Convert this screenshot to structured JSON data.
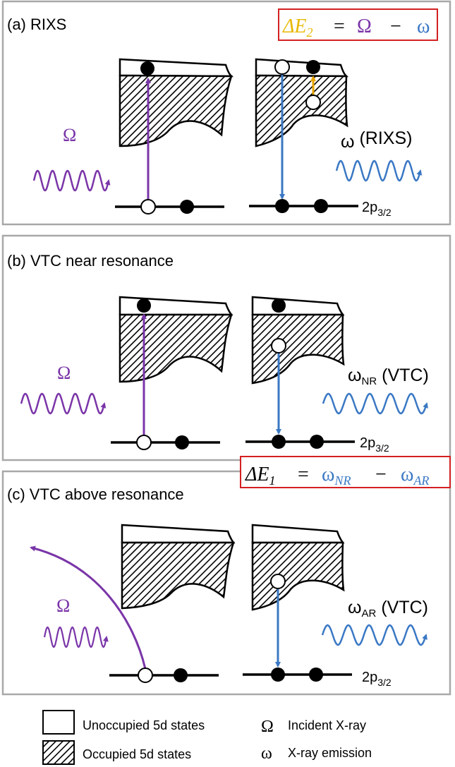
{
  "panels": [
    {
      "label": "(a) RIXS",
      "incident": "Ω",
      "emission_symbol": "ω",
      "emission_sub": "",
      "emission_tag": "(RIXS)",
      "level": "2p",
      "level_sub": "3/2"
    },
    {
      "label": "(b) VTC near resonance",
      "incident": "Ω",
      "emission_symbol": "ω",
      "emission_sub": "NR",
      "emission_tag": "(VTC)",
      "level": "2p",
      "level_sub": "3/2"
    },
    {
      "label": "(c) VTC above resonance",
      "incident": "Ω",
      "emission_symbol": "ω",
      "emission_sub": "AR",
      "emission_tag": "(VTC)",
      "level": "2p",
      "level_sub": "3/2"
    }
  ],
  "eq2": {
    "delta": "ΔE",
    "sub": "2",
    "eq": "=",
    "a": "Ω",
    "minus": "−",
    "b": "ω"
  },
  "eq1": {
    "delta": "ΔE",
    "sub": "1",
    "eq": "=",
    "a": "ω",
    "a_sub": "NR",
    "minus": "−",
    "b": "ω",
    "b_sub": "AR"
  },
  "legend": {
    "unoccupied": "Unoccupied 5d states",
    "occupied": "Occupied 5d states",
    "omega_big": "Ω",
    "incident": "Incident X-ray",
    "omega_small": "ω",
    "emission": "X-ray emission"
  },
  "colors": {
    "incident": "#7a35a8",
    "emission": "#3a78c4",
    "transition": "#e8a400",
    "eq_delta": "#e8b800",
    "eq_border": "#d42020"
  }
}
